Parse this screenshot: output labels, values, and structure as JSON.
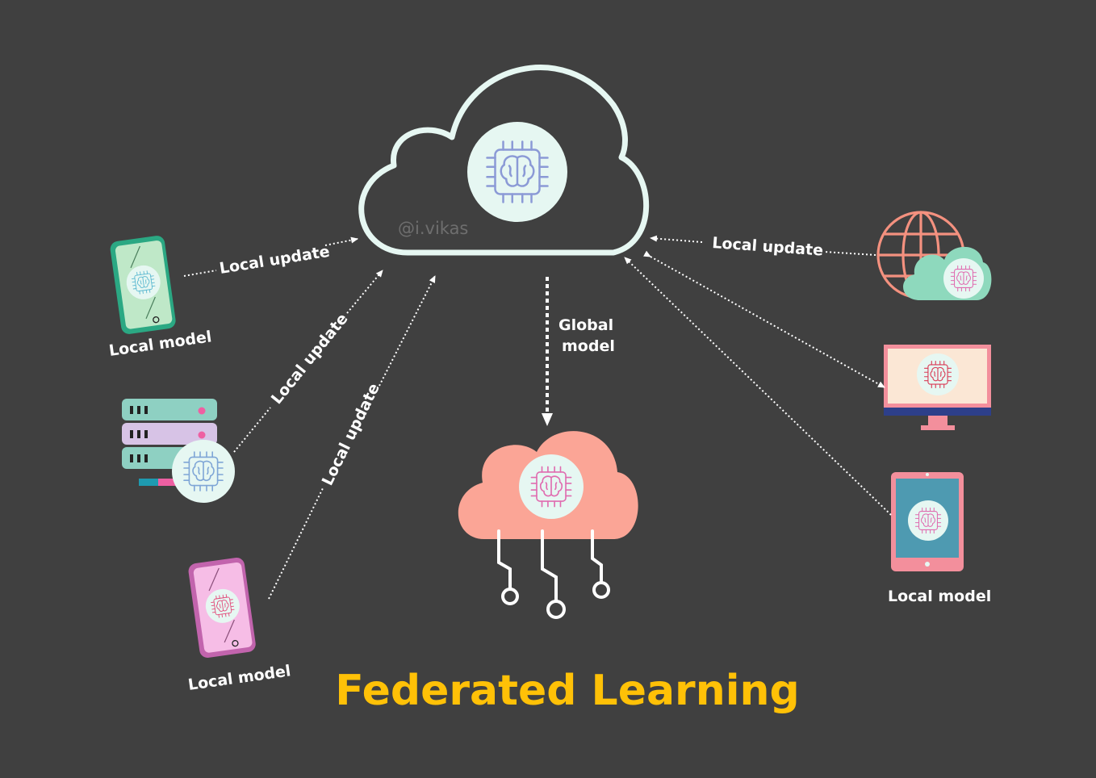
{
  "diagram": {
    "title": "Federated Learning",
    "watermark": "@i.vikas",
    "global_model": {
      "line1": "Global",
      "line2": "model"
    },
    "local_update_label": "Local update",
    "local_model_label": "Local model",
    "colors": {
      "background": "#404040",
      "title": "#ffc107",
      "server_cloud_outline": "#e6f7f2",
      "global_cloud": "#fba596",
      "label_text": "#ffffff"
    },
    "icons": {
      "server": "cloud-ai-icon",
      "global": "cloud-ai-icon",
      "clients": [
        "phone-icon",
        "server-rack-icon",
        "phone-icon",
        "globe-cloud-icon",
        "monitor-icon",
        "tablet-icon"
      ]
    }
  }
}
